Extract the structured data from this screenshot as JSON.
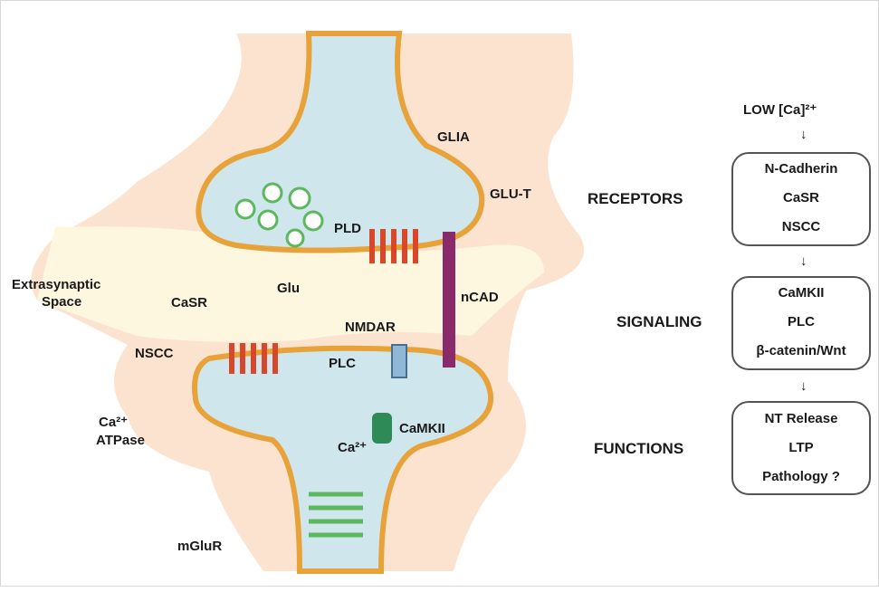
{
  "diagram": {
    "synapse_labels": {
      "glia": "GLIA",
      "glu_t": "GLU-T",
      "extrasynaptic_line1": "Extrasynaptic",
      "extrasynaptic_line2": "Space",
      "casr": "CaSR",
      "nmdar": "NMDAR",
      "ncad": "nCAD",
      "nscc": "NSCC",
      "ca_atpase_line1": "Ca²⁺",
      "ca_atpase_line2": "ATPase",
      "camkii": "CaMKII",
      "ca": "Ca²⁺",
      "mglur": "mGluR",
      "pld": "PLD",
      "plc": "PLC",
      "glu": "Glu"
    },
    "flow": {
      "top_label": "LOW [Ca]²⁺",
      "arrow": "↓",
      "stages": [
        {
          "heading": "RECEPTORS",
          "items": [
            "N-Cadherin",
            "CaSR",
            "NSCC"
          ]
        },
        {
          "heading": "SIGNALING",
          "items": [
            "CaMKII",
            "PLC",
            "β-catenin/Wnt"
          ]
        },
        {
          "heading": "FUNCTIONS",
          "items": [
            "NT Release",
            "LTP",
            "Pathology ?"
          ]
        }
      ]
    },
    "colors": {
      "glia_fill": "#fbe3cf",
      "extracellular_fill": "#fdf7e0",
      "neuron_fill": "#cfe6ec",
      "membrane": "#e8a23a",
      "receptor_red": "#d9472b",
      "vesicle_green": "#5cb85c",
      "ncad_purple": "#8a2a6b"
    }
  }
}
